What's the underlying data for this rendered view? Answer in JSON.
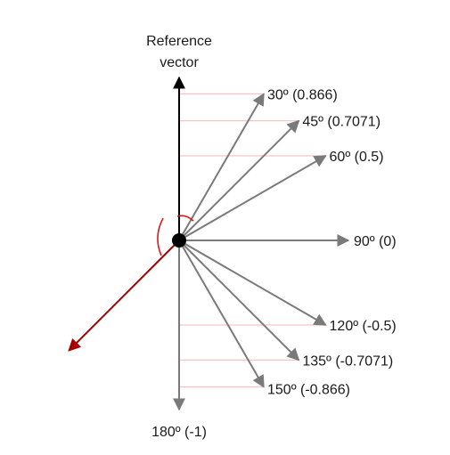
{
  "reference": {
    "line1": "Reference",
    "line2": "vector",
    "color": "#000000"
  },
  "vectors": [
    {
      "angle": 30,
      "label": "30º (0.866)"
    },
    {
      "angle": 45,
      "label": "45º (0.7071)"
    },
    {
      "angle": 60,
      "label": "60º (0.5)"
    },
    {
      "angle": 90,
      "label": "90º (0)"
    },
    {
      "angle": 120,
      "label": "120º (-0.5)"
    },
    {
      "angle": 135,
      "label": "135º (-0.7071)"
    },
    {
      "angle": 150,
      "label": "150º (-0.866)"
    },
    {
      "angle": 180,
      "label": "180º (-1)"
    }
  ],
  "highlight_vector": {
    "angle": 225,
    "color": "#a80000"
  },
  "colors": {
    "vector": "#7a7a7a",
    "projection_line": "#f3c6c6",
    "angle_arc": "#d81b1b",
    "origin": "#000000"
  }
}
